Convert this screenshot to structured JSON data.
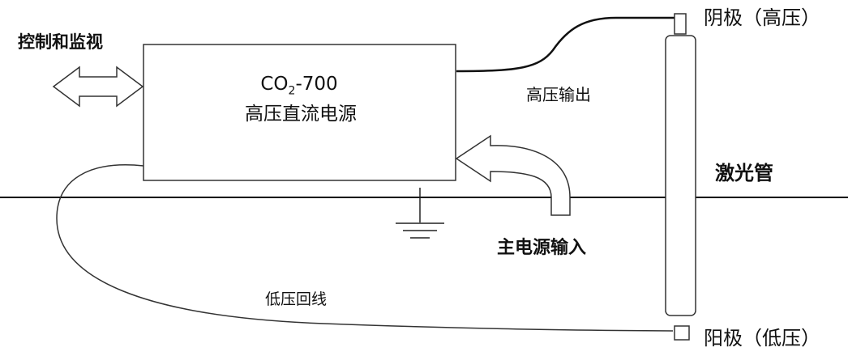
{
  "power_supply": {
    "model_prefix": "CO",
    "model_subscript": "2",
    "model_suffix": "-700",
    "name": "高压直流电源"
  },
  "labels": {
    "control": "控制和监视",
    "hv_output": "高压输出",
    "laser_tube": "激光管",
    "main_input": "主电源输入",
    "low_voltage_return": "低压回线",
    "cathode": "阴极（高压）",
    "anode": "阳极（低压）"
  }
}
